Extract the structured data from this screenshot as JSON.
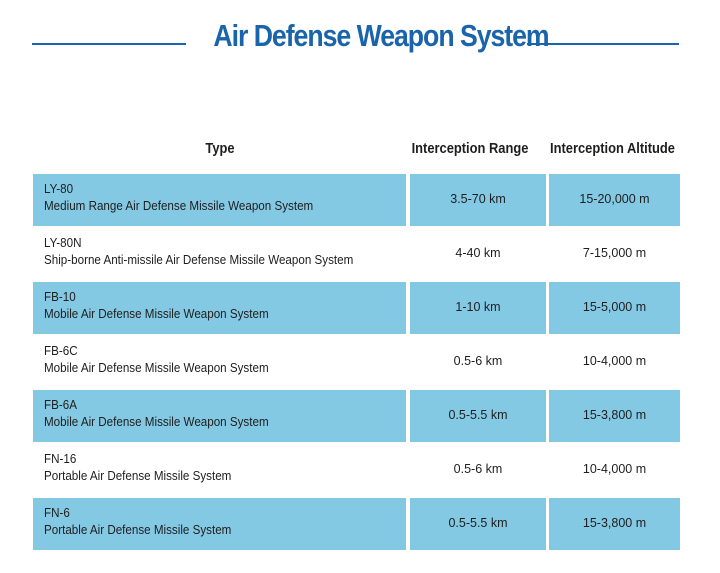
{
  "title": "Air Defense Weapon System",
  "headers": {
    "type": "Type",
    "range": "Interception Range",
    "altitude": "Interception Altitude"
  },
  "rows": [
    {
      "name": "LY-80",
      "description": "Medium Range Air Defense Missile Weapon System",
      "range": "3.5-70 km",
      "altitude": "15-20,000 m",
      "shaded": true
    },
    {
      "name": "LY-80N",
      "description": "Ship-borne Anti-missile Air Defense Missile  Weapon System",
      "range": "4-40 km",
      "altitude": "7-15,000 m",
      "shaded": false
    },
    {
      "name": "FB-10",
      "description": "Mobile Air Defense Missile Weapon System",
      "range": "1-10 km",
      "altitude": "15-5,000 m",
      "shaded": true
    },
    {
      "name": "FB-6C",
      "description": "Mobile Air Defense Missile Weapon System",
      "range": "0.5-6 km",
      "altitude": "10-4,000 m",
      "shaded": false
    },
    {
      "name": "FB-6A",
      "description": "Mobile Air Defense Missile Weapon System",
      "range": "0.5-5.5 km",
      "altitude": "15-3,800 m",
      "shaded": true
    },
    {
      "name": "FN-16",
      "description": "Portable Air Defense Missile System",
      "range": "0.5-6 km",
      "altitude": "10-4,000 m",
      "shaded": false
    },
    {
      "name": "FN-6",
      "description": "Portable Air Defense Missile System",
      "range": "0.5-5.5 km",
      "altitude": "15-3,800 m",
      "shaded": true
    }
  ],
  "colors": {
    "title": "#1a64ac",
    "row_shade": "#84c9e4"
  }
}
